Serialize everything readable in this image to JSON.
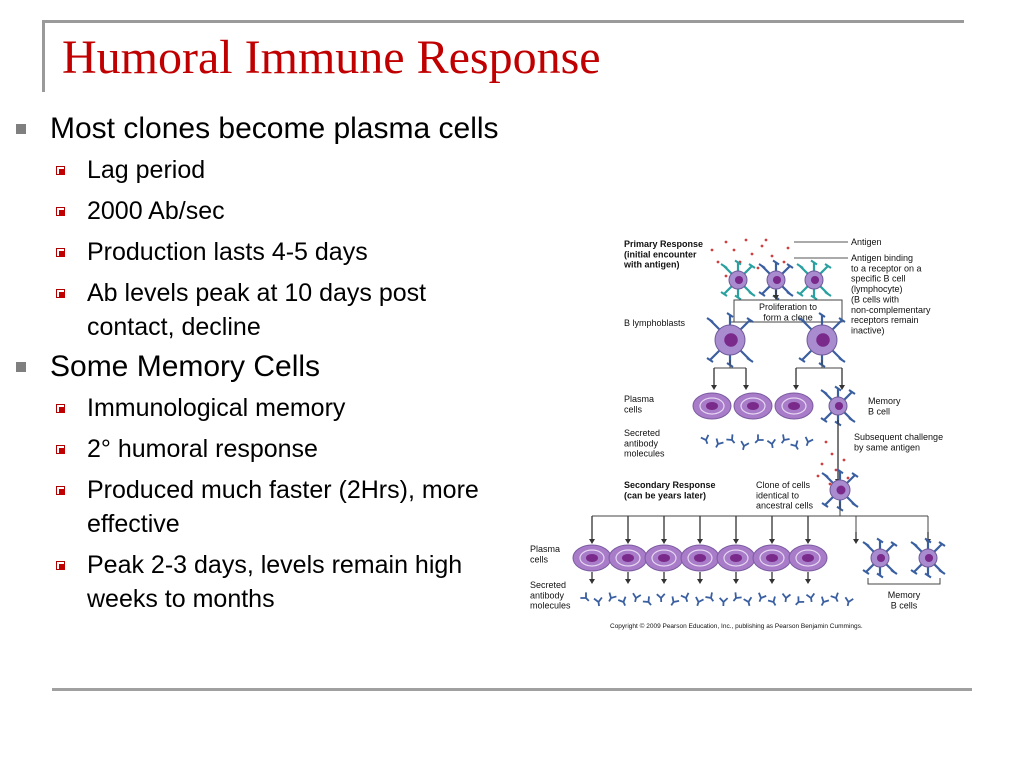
{
  "slide": {
    "title": "Humoral Immune Response",
    "bullets": [
      {
        "text": "Most clones become plasma cells",
        "sub": [
          "Lag period",
          "2000 Ab/sec",
          "Production lasts 4-5 days",
          "Ab levels peak at 10 days post contact, decline"
        ]
      },
      {
        "text": "Some Memory Cells",
        "sub": [
          "Immunological memory",
          "2° humoral response",
          "Produced much faster (2Hrs), more effective",
          "Peak 2-3 days, levels remain high weeks to months"
        ]
      }
    ]
  },
  "figure": {
    "labels": {
      "primary_response": [
        "Primary Response",
        "(initial encounter",
        "with antigen)"
      ],
      "antigen": "Antigen",
      "antigen_binding": [
        "Antigen binding",
        "to a receptor on a",
        "specific B cell",
        "(lymphocyte)",
        "(B cells with",
        "non-complementary",
        "receptors remain",
        "inactive)"
      ],
      "proliferation": [
        "Proliferation to",
        "form a clone"
      ],
      "b_lymphoblasts": "B lymphoblasts",
      "plasma_cells": [
        "Plasma",
        "cells"
      ],
      "memory_b_cell": [
        "Memory",
        "B cell"
      ],
      "secreted_antibody": [
        "Secreted",
        "antibody",
        "molecules"
      ],
      "subsequent_challenge": [
        "Subsequent challenge",
        "by same antigen"
      ],
      "secondary_response": [
        "Secondary Response",
        "(can be years later)"
      ],
      "clone_of_cells": [
        "Clone of cells",
        "identical to",
        "ancestral cells"
      ],
      "plasma_cells_2": [
        "Plasma",
        "cells"
      ],
      "secreted_antibody_2": [
        "Secreted",
        "antibody",
        "molecules"
      ],
      "memory_b_cells": [
        "Memory",
        "B cells"
      ],
      "copyright": "Copyright © 2009 Pearson Education, Inc., publishing as Pearson Benjamin Cummings."
    },
    "colors": {
      "cell_body": "#a98bd0",
      "cell_nucleus": "#7a2a8a",
      "plasma_cell": "#a87cc8",
      "receptor": "#3a5fa0",
      "receptor_alt": "#2aa0a0",
      "antigen": "#d04040",
      "arrow": "#333333"
    }
  }
}
